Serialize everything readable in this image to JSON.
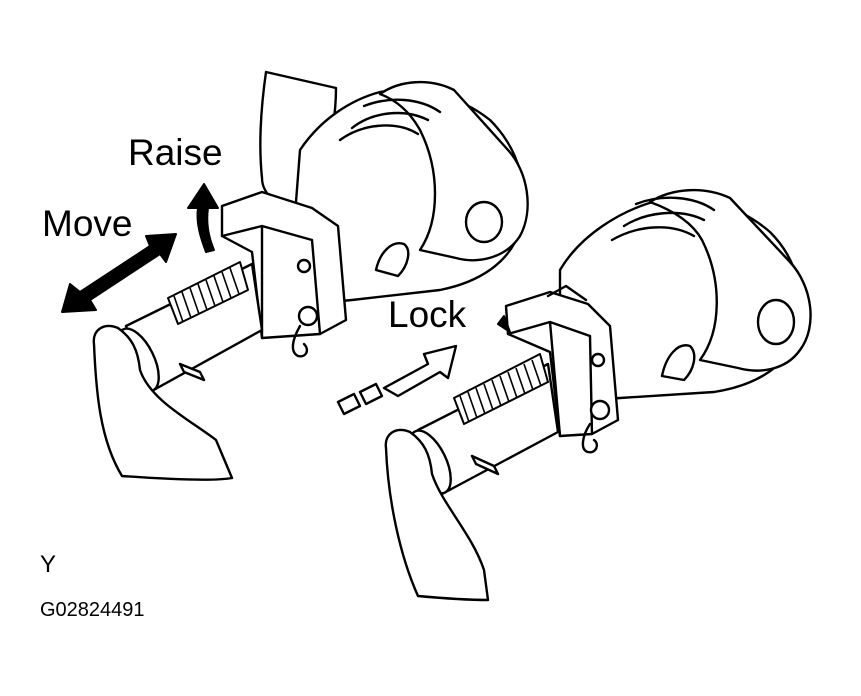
{
  "labels": {
    "raise": "Raise",
    "move": "Move",
    "lock": "Lock"
  },
  "figure": {
    "view_letter": "Y",
    "code": "G02824491"
  },
  "icons": [
    "raise-arrow-icon",
    "move-arrow-icon",
    "lock-arrow-icon"
  ],
  "colors": {
    "ink": "#000000",
    "paper": "#ffffff"
  }
}
